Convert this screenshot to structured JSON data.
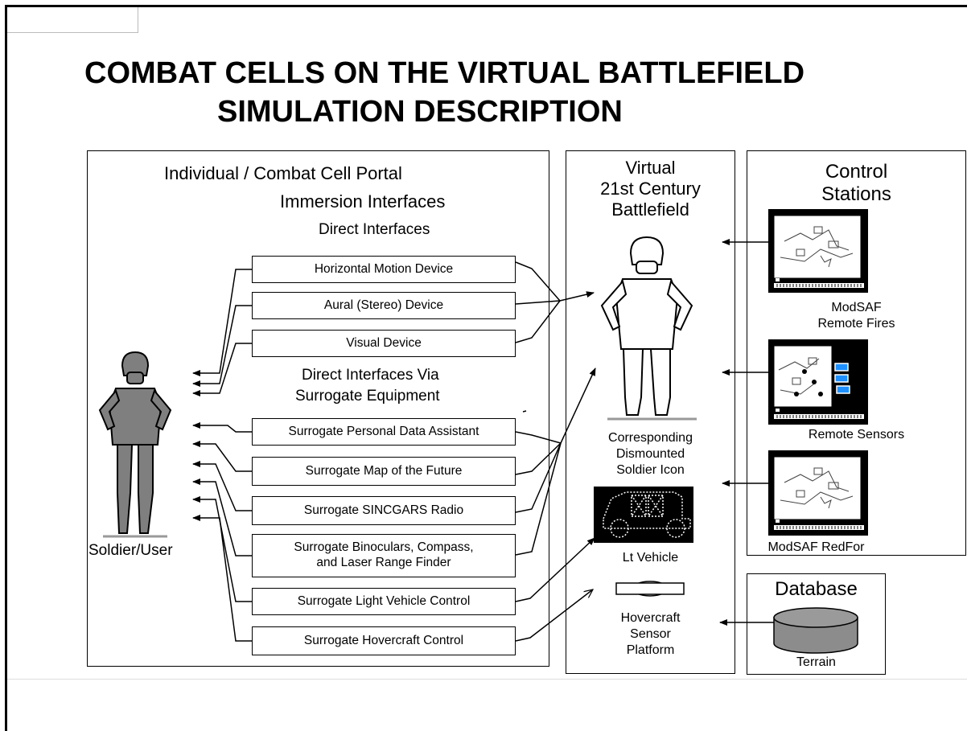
{
  "title": {
    "line1": "COMBAT CELLS ON THE VIRTUAL BATTLEFIELD",
    "line2": "SIMULATION DESCRIPTION"
  },
  "left_panel": {
    "heading_line1": "Individual / Combat Cell Portal",
    "heading_line2": "Immersion Interfaces",
    "direct_heading": "Direct Interfaces",
    "surrogate_heading_line1": "Direct Interfaces Via",
    "surrogate_heading_line2": "Surrogate Equipment",
    "soldier_label": "Soldier/User",
    "direct_interfaces": [
      "Horizontal Motion Device",
      "Aural (Stereo) Device",
      "Visual Device"
    ],
    "surrogate_pda": "Surrogate Personal Data Assistant",
    "surrogate_map": "Surrogate Map of the Future",
    "surrogate_radio": "Surrogate SINCGARS Radio",
    "surrogate_binoculars_line1": "Surrogate Binoculars, Compass,",
    "surrogate_binoculars_line2": "and Laser Range Finder",
    "surrogate_vehicle": "Surrogate Light Vehicle Control",
    "surrogate_hovercraft": "Surrogate Hovercraft Control"
  },
  "middle_panel": {
    "heading_line1": "Virtual",
    "heading_line2": "21st Century",
    "heading_line3": "Battlefield",
    "soldier_icon_line1": "Corresponding",
    "soldier_icon_line2": "Dismounted",
    "soldier_icon_line3": "Soldier Icon",
    "vehicle_label": "Lt Vehicle",
    "hovercraft_line1": "Hovercraft",
    "hovercraft_line2": "Sensor",
    "hovercraft_line3": "Platform"
  },
  "control_panel": {
    "heading_line1": "Control",
    "heading_line2": "Stations",
    "station1_line1": "ModSAF",
    "station1_line2": "Remote Fires",
    "station2": "Remote Sensors",
    "station3": "ModSAF RedFor"
  },
  "database_panel": {
    "heading": "Database",
    "terrain_label": "Terrain"
  },
  "colors": {
    "soldier_fill": "#7f7f7f",
    "monitor_screen": "#000000",
    "sensor_panel_accent": "#1e90ff",
    "database_fill": "#8c8c8c"
  }
}
